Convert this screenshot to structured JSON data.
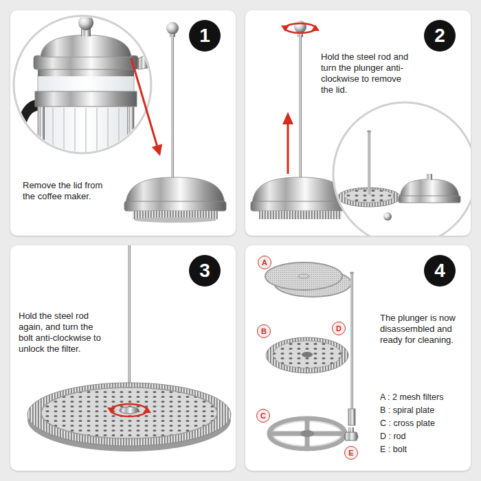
{
  "diagram": {
    "nodes": [
      {
        "text": [
          "Remove the lid from the coffee maker."
        ]
      },
      {
        "text": [
          "1"
        ],
        "in": 0
      },
      {
        "text": [
          "Hold the steel rod and turn the plunger anti-clockwise to remove the lid."
        ]
      },
      {
        "text": [
          "2"
        ],
        "in": 2
      },
      {
        "text": [
          "Hold the steel rod again, and turn the bolt anti-clockwise to unlock the filter."
        ]
      },
      {
        "text": [
          "3"
        ],
        "in": 4
      },
      {
        "text": [
          "The plunger is now disassembled and ready for cleaning.",
          "A : 2 mesh filters",
          "B : spiral plate",
          "C : cross plate",
          "D : rod",
          "E : bolt"
        ]
      },
      {
        "text": [
          "4"
        ],
        "in": 6
      },
      {
        "text": [
          "A"
        ],
        "in": 6
      },
      {
        "text": [
          "B"
        ],
        "in": 6
      },
      {
        "text": [
          "D"
        ],
        "in": 6
      },
      {
        "text": [
          "C"
        ],
        "in": 6
      },
      {
        "text": [
          "E"
        ],
        "in": 6
      }
    ]
  }
}
